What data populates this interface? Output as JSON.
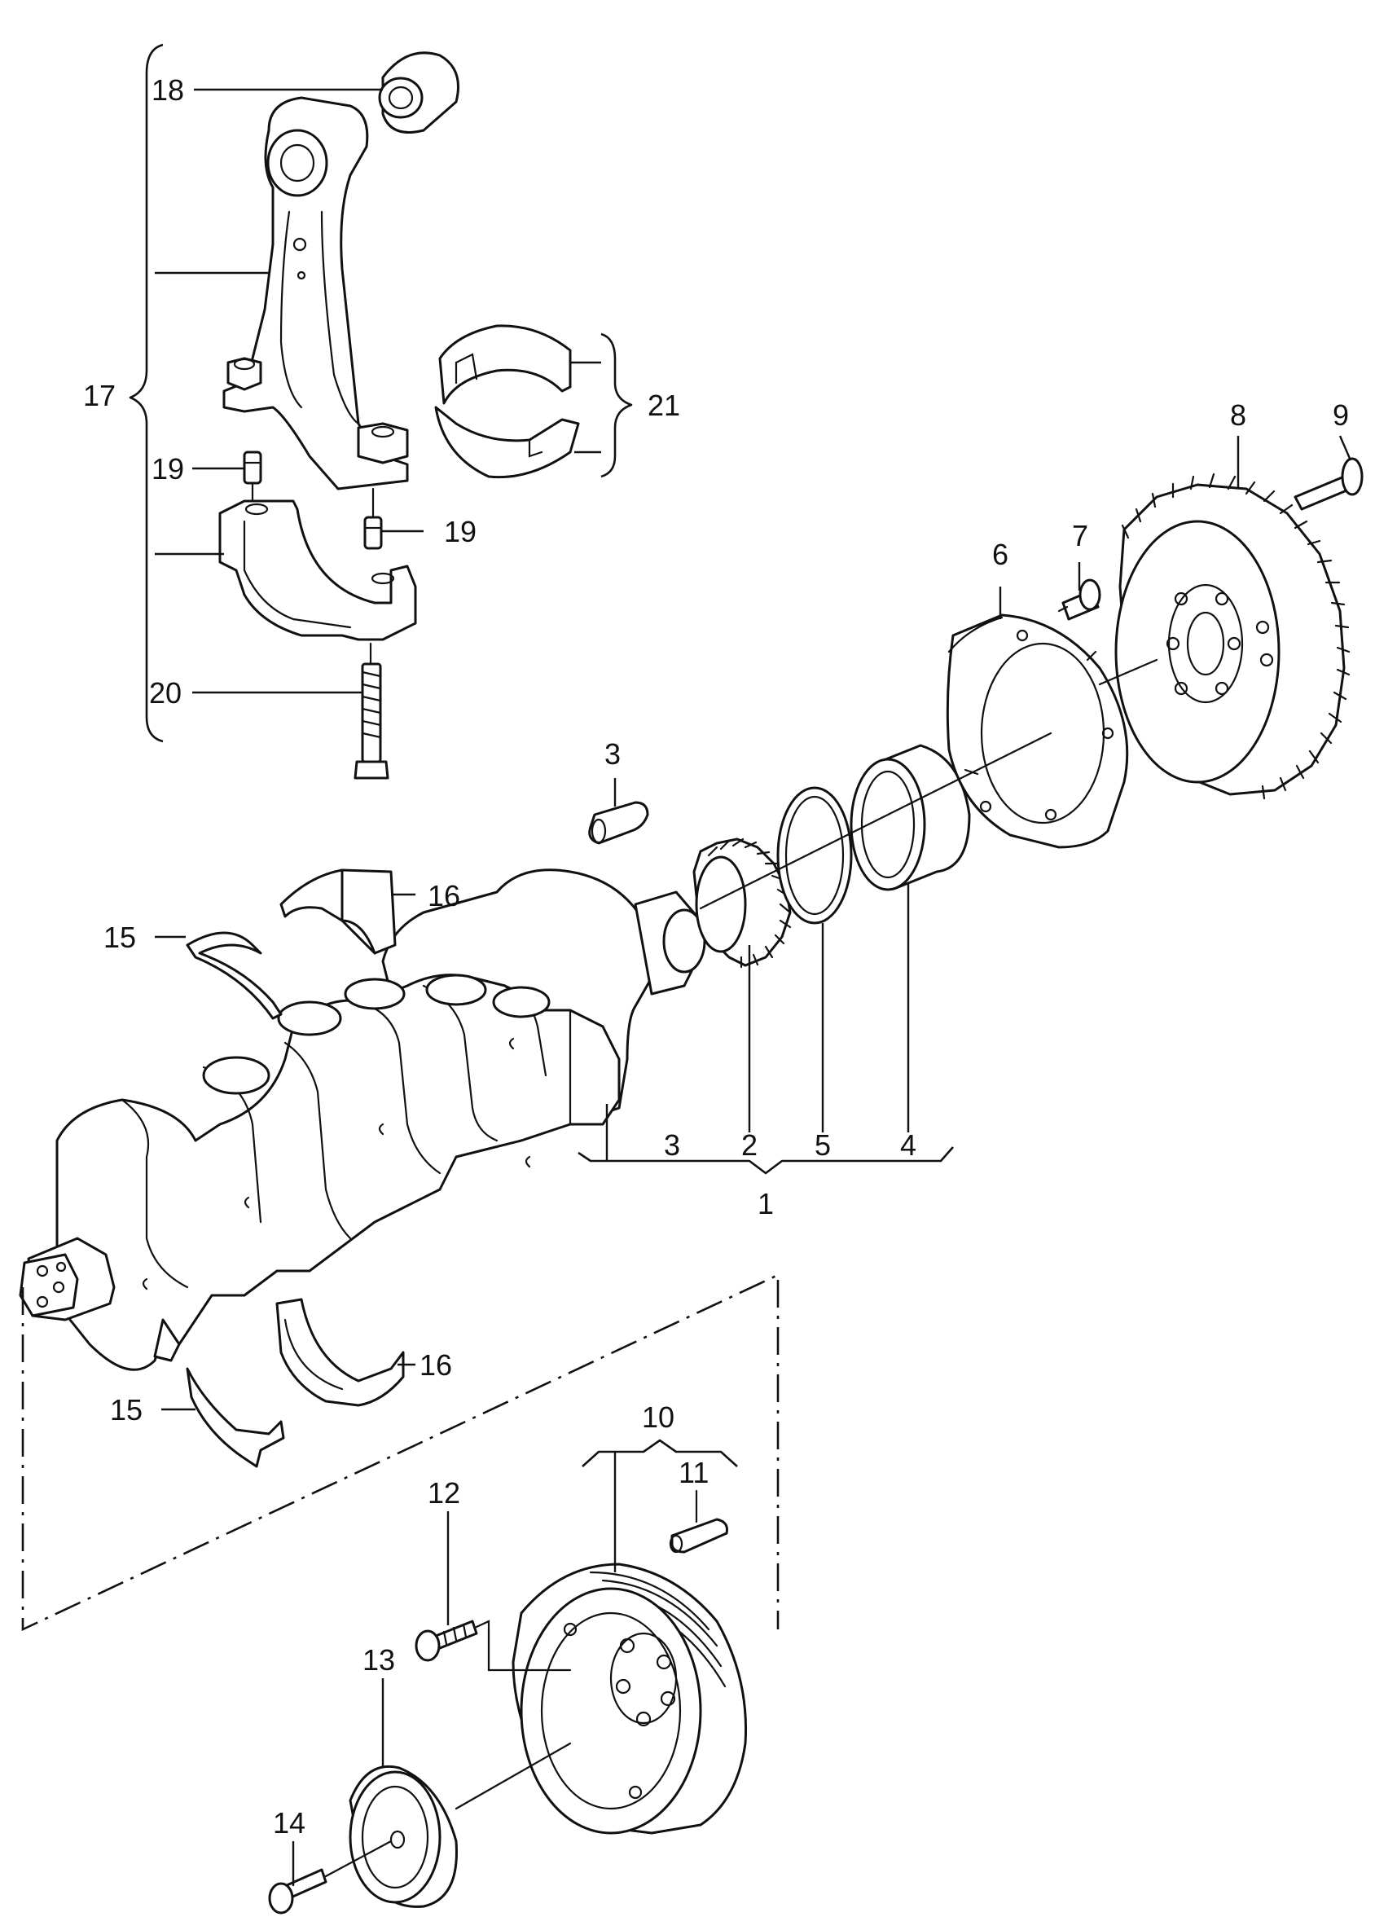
{
  "callouts": {
    "c1": "1",
    "c2": "2",
    "c3a": "3",
    "c3b": "3",
    "c4": "4",
    "c5": "5",
    "c6": "6",
    "c7": "7",
    "c8": "8",
    "c9": "9",
    "c10": "10",
    "c11": "11",
    "c12": "12",
    "c13": "13",
    "c14": "14",
    "c15a": "15",
    "c15b": "15",
    "c16a": "16",
    "c16b": "16",
    "c17": "17",
    "c18": "18",
    "c19a": "19",
    "c19b": "19",
    "c20": "20",
    "c21": "21"
  },
  "colors": {
    "line": "#111111",
    "background": "#ffffff"
  }
}
